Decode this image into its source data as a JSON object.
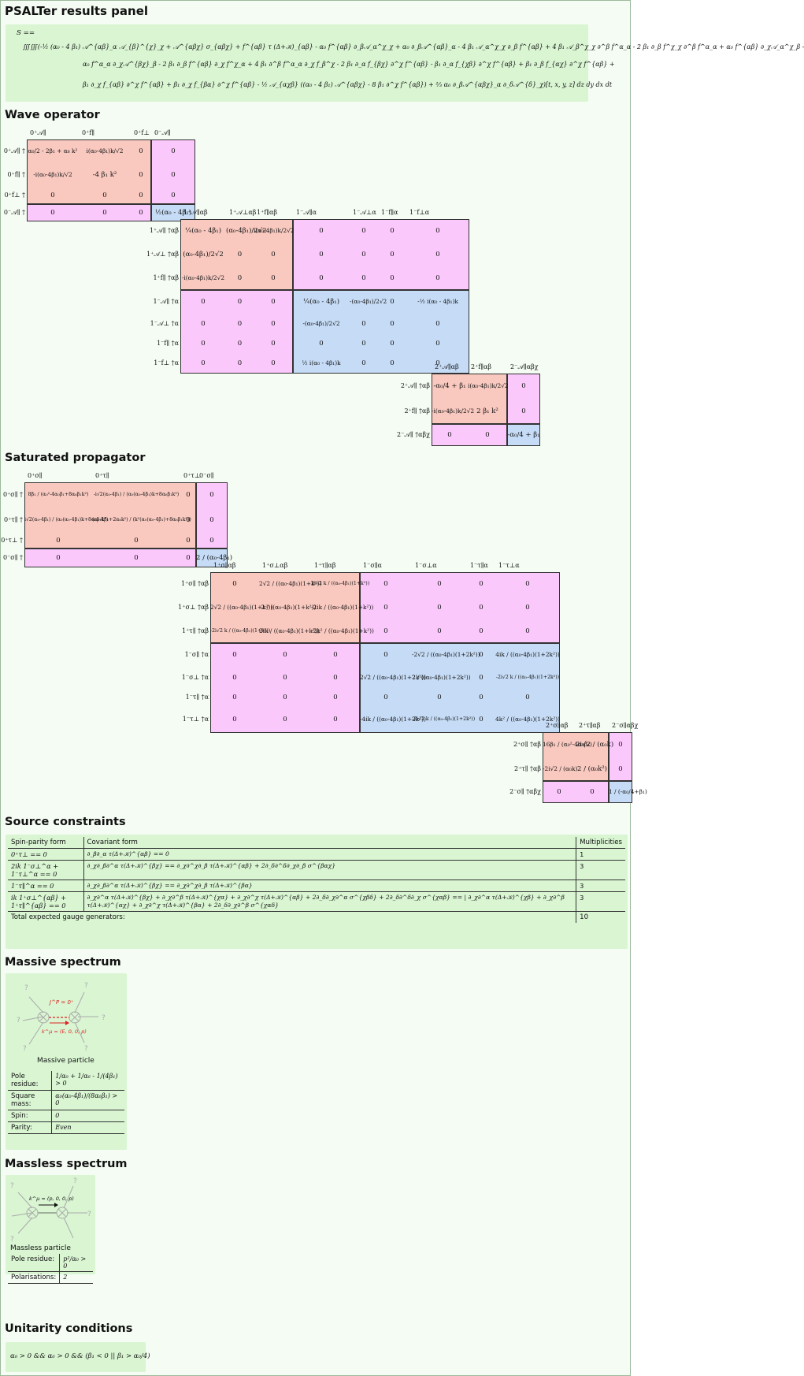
{
  "title": "PSALTer results panel",
  "action": {
    "lhs": "S ==",
    "lines": [
      "∭∭(-½ (α₀ - 4 β₁) 𝒜^{αβ}_α 𝒜_{β}^{χ}_χ + 𝒜^{αβχ} σ_{αβχ} + f^{αβ} τ (Δ+𝒦)_{αβ} - α₀ f^{αβ} ∂_β𝒜_α^χ_χ + α₀ ∂_β𝒜^{αβ}_α - 4 β₁ 𝒜_α^χ_χ ∂_β f^{αβ} + 4 β₁ 𝒜_β^χ_χ ∂^β f^α_α - 2 β₁ ∂_β f^χ_χ ∂^β f^α_α + α₀ f^{αβ} ∂_χ𝒜_α^χ_β -",
      "α₀ f^α_α ∂_χ𝒜^{βχ}_β - 2 β₁ ∂_β f^{αβ} ∂_χ f^χ_α + 4 β₁ ∂^β f^α_α ∂_χ f_β^χ - 2 β₁ ∂_α f_{βχ} ∂^χ f^{αβ} - β₁ ∂_α f_{χβ} ∂^χ f^{αβ} + β₁ ∂_β f_{αχ} ∂^χ f^{αβ} +",
      "β₁ ∂_χ f_{αβ} ∂^χ f^{αβ} + β₁ ∂_χ f_{βα} ∂^χ f^{αβ} - ½ 𝒜_{αχβ} ((α₀ - 4 β₁) 𝒜^{αβχ} - 8 β₁ ∂^χ f^{αβ}) + ⅔ α₆ ∂_β𝒜^{αβχ}_α ∂_δ𝒜^{δ}_χ)[t, x, y, z] dz dy dx dt"
    ]
  },
  "sections": {
    "wave": "Wave operator",
    "propagator": "Saturated propagator",
    "constraints": "Source constraints",
    "massive": "Massive spectrum",
    "massless": "Massless spectrum",
    "unitarity": "Unitarity conditions"
  },
  "wave": {
    "b0": {
      "cols": [
        "0⁺𝒜∥",
        "0⁺f∥",
        "0⁺f⊥",
        "0⁻𝒜∥"
      ],
      "rows": [
        "0⁺𝒜∥ †",
        "0⁺f∥ †",
        "0⁺f⊥ †",
        "0⁻𝒜∥ †"
      ],
      "cells": [
        [
          "α₀/2 - 2β₁ + α₆ k²",
          "i(α₀-4β₁)k/√2",
          "0",
          "0"
        ],
        [
          "-i(α₀-4β₁)k/√2",
          "-4 β₁ k²",
          "0",
          "0"
        ],
        [
          "0",
          "0",
          "0",
          "0"
        ],
        [
          "0",
          "0",
          "0",
          "½(α₀ - 4β₁)"
        ]
      ]
    },
    "b1": {
      "cols": [
        "1⁺𝒜∥αβ",
        "1⁺𝒜⊥αβ",
        "1⁺f∥αβ",
        "1⁻𝒜∥α",
        "1⁻𝒜⊥α",
        "1⁻f∥α",
        "1⁻f⊥α"
      ],
      "rows": [
        "1⁺𝒜∥ †αβ",
        "1⁺𝒜⊥ †αβ",
        "1⁺f∥ †αβ",
        "1⁻𝒜∥ †α",
        "1⁻𝒜⊥ †α",
        "1⁻f∥ †α",
        "1⁻f⊥ †α"
      ],
      "cells": [
        [
          "¼(α₀ - 4β₁)",
          "(α₀-4β₁)/2√2",
          "i(α₀-4β₁)k/2√2",
          "0",
          "0",
          "0",
          "0"
        ],
        [
          "(α₀-4β₁)/2√2",
          "0",
          "0",
          "0",
          "0",
          "0",
          "0"
        ],
        [
          "-i(α₀-4β₁)k/2√2",
          "0",
          "0",
          "0",
          "0",
          "0",
          "0"
        ],
        [
          "0",
          "0",
          "0",
          "¼(α₀ - 4β₁)",
          "-(α₀-4β₁)/2√2",
          "0",
          "-½ i(α₀ - 4β₁)k"
        ],
        [
          "0",
          "0",
          "0",
          "-(α₀-4β₁)/2√2",
          "0",
          "0",
          "0"
        ],
        [
          "0",
          "0",
          "0",
          "0",
          "0",
          "0",
          "0"
        ],
        [
          "0",
          "0",
          "0",
          "½ i(α₀ - 4β₁)k",
          "0",
          "0",
          "0"
        ]
      ]
    },
    "b2": {
      "cols": [
        "2⁺𝒜∥αβ",
        "2⁺f∥αβ",
        "2⁻𝒜∥αβχ"
      ],
      "rows": [
        "2⁺𝒜∥ †αβ",
        "2⁺f∥ †αβ",
        "2⁻𝒜∥ †αβχ"
      ],
      "cells": [
        [
          "-α₀/4 + β₁",
          "i(α₀-4β₁)k/2√2",
          "0"
        ],
        [
          "-i(α₀-4β₁)k/2√2",
          "2 β₁ k²",
          "0"
        ],
        [
          "0",
          "0",
          "-α₀/4 + β₁"
        ]
      ]
    }
  },
  "prop": {
    "b0": {
      "cols": [
        "0⁺σ∥",
        "0⁺τ∥",
        "0⁺τ⊥",
        "0⁻σ∥"
      ],
      "rows": [
        "0⁺σ∥ †",
        "0⁺τ∥ †",
        "0⁺τ⊥ †",
        "0⁻σ∥ †"
      ],
      "cells": [
        [
          "8β₁ / (α₀²-4α₀β₁+8α₆β₁k²)",
          "-i√2(α₀-4β₁) / (α₀(α₀-4β₁)k+8α₆β₁k³)",
          "0",
          "0"
        ],
        [
          "i√2(α₀-4β₁) / (α₀(α₀-4β₁)k+8α₆β₁k³)",
          "(α₀-4β₁+2α₆k²) / (k²(α₀(α₀-4β₁)+8α₆β₁k²))",
          "0",
          "0"
        ],
        [
          "0",
          "0",
          "0",
          "0"
        ],
        [
          "0",
          "0",
          "0",
          "2 / (α₀-4β₁)"
        ]
      ]
    },
    "b1": {
      "cols": [
        "1⁺σ∥αβ",
        "1⁺σ⊥αβ",
        "1⁺τ∥αβ",
        "1⁻σ∥α",
        "1⁻σ⊥α",
        "1⁻τ∥α",
        "1⁻τ⊥α"
      ],
      "rows": [
        "1⁺σ∥ †αβ",
        "1⁺σ⊥ †αβ",
        "1⁺τ∥ †αβ",
        "1⁻σ∥ †α",
        "1⁻σ⊥ †α",
        "1⁻τ∥ †α",
        "1⁻τ⊥ †α"
      ],
      "cells": [
        [
          "0",
          "2√2 / ((α₀-4β₁)(1+k²))",
          "2i√2 k / ((α₀-4β₁)(1+k²))",
          "0",
          "0",
          "0",
          "0"
        ],
        [
          "2√2 / ((α₀-4β₁)(1+k²))",
          "-2 / ((α₀-4β₁)(1+k²))",
          "-2ik / ((α₀-4β₁)(1+k²))",
          "0",
          "0",
          "0",
          "0"
        ],
        [
          "-2i√2 k / ((α₀-4β₁)(1+k²))",
          "2ik / ((α₀-4β₁)(1+k²))",
          "-2k² / ((α₀-4β₁)(1+k²))",
          "0",
          "0",
          "0",
          "0"
        ],
        [
          "0",
          "0",
          "0",
          "0",
          "-2√2 / ((α₀-4β₁)(1+2k²))",
          "0",
          "4ik / ((α₀-4β₁)(1+2k²))"
        ],
        [
          "0",
          "0",
          "0",
          "2√2 / ((α₀-4β₁)(1+2k²))",
          "2 / ((α₀-4β₁)(1+2k²))",
          "0",
          "-2i√2 k / ((α₀-4β₁)(1+2k²))"
        ],
        [
          "0",
          "0",
          "0",
          "0",
          "0",
          "0",
          "0"
        ],
        [
          "0",
          "0",
          "0",
          "-4ik / ((α₀-4β₁)(1+2k²))",
          "-2i√2 k / ((α₀-4β₁)(1+2k²))",
          "0",
          "4k² / ((α₀-4β₁)(1+2k²))"
        ]
      ]
    },
    "b2": {
      "cols": [
        "2⁺σ∥αβ",
        "2⁺τ∥αβ",
        "2⁻σ∥αβχ"
      ],
      "rows": [
        "2⁺σ∥ †αβ",
        "2⁺τ∥ †αβ",
        "2⁻σ∥ †αβχ"
      ],
      "cells": [
        [
          "16β₁ / (α₀²-4α₀β₁)",
          "2i√2 / (α₀k)",
          "0"
        ],
        [
          "-2i√2 / (α₀k)",
          "2 / (α₀k²)",
          "0"
        ],
        [
          "0",
          "0",
          "1 / (-α₀/4+β₁)"
        ]
      ]
    }
  },
  "constraints": {
    "headers": [
      "Spin-parity form",
      "Covariant form",
      "Multiplicities"
    ],
    "rows": [
      [
        "0⁺τ⊥ == 0",
        "∂_β∂_α τ(Δ+𝒦)^{αβ} == 0",
        "1"
      ],
      [
        "2ik 1⁻σ⊥^α + 1⁻τ⊥^α == 0",
        "∂_χ∂_β∂^α τ(Δ+𝒦)^{βχ} == ∂_χ∂^χ∂_β τ(Δ+𝒦)^{αβ} + 2∂_δ∂^δ∂_χ∂_β σ^{βαχ}",
        "3"
      ],
      [
        "1⁻τ∥^α == 0",
        "∂_χ∂_β∂^α τ(Δ+𝒦)^{βχ} == ∂_χ∂^χ∂_β τ(Δ+𝒦)^{βα}",
        "3"
      ],
      [
        "ik 1⁺σ⊥^{αβ} + 1⁺τ∥^{αβ} == 0",
        "∂_χ∂^α τ(Δ+𝒦)^{βχ} + ∂_χ∂^β τ(Δ+𝒦)^{χα} + ∂_χ∂^χ τ(Δ+𝒦)^{αβ} + 2∂_δ∂_χ∂^α σ^{χβδ} + 2∂_δ∂^δ∂_χ σ^{χαβ} == | ∂_χ∂^α τ(Δ+𝒦)^{χβ} + ∂_χ∂^β τ(Δ+𝒦)^{αχ} + ∂_χ∂^χ τ(Δ+𝒦)^{βα} + 2∂_δ∂_χ∂^β σ^{χαδ}",
        "3"
      ]
    ],
    "total_label": "Total expected gauge generators:",
    "total_value": "10"
  },
  "massive": {
    "diagram_label_1": "J^P = 0⁺",
    "diagram_label_2": "k^μ = (E, 0, 0, p)",
    "caption": "Massive particle",
    "rows": [
      [
        "Pole residue:",
        "1/α₀ + 1/α₆ - 1/(4β₁) > 0"
      ],
      [
        "Square mass:",
        "α₀(α₀-4β₁)/(8α₆β₁) > 0"
      ],
      [
        "Spin:",
        "0"
      ],
      [
        "Parity:",
        "Even"
      ]
    ]
  },
  "massless": {
    "diagram_label": "k^μ = (p, 0, 0, p)",
    "caption": "Massless particle",
    "rows": [
      [
        "Pole residue:",
        "p²/α₀ > 0"
      ],
      [
        "Polarisations:",
        "2"
      ]
    ]
  },
  "unitarity": "α₀ > 0 && α₆ > 0 && (β₁ < 0 || β₁ > α₀/4)"
}
